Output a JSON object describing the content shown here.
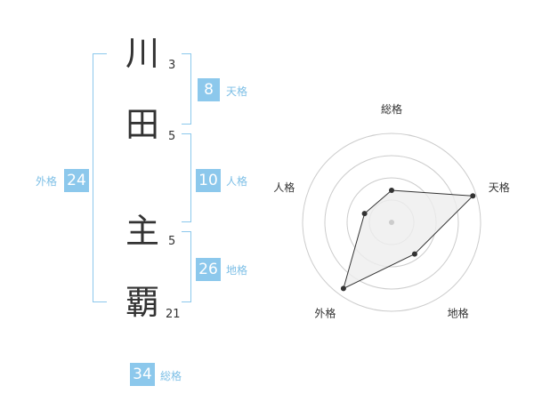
{
  "name": {
    "chars": [
      {
        "char": "川",
        "strokes": "3"
      },
      {
        "char": "田",
        "strokes": "5"
      },
      {
        "char": "主",
        "strokes": "5"
      },
      {
        "char": "覇",
        "strokes": "21"
      }
    ]
  },
  "scores": {
    "tenkaku": {
      "value": "8",
      "label": "天格"
    },
    "jinkaku": {
      "value": "10",
      "label": "人格"
    },
    "chikaku": {
      "value": "26",
      "label": "地格"
    },
    "gaikaku": {
      "value": "24",
      "label": "外格"
    },
    "soukaku": {
      "value": "34",
      "label": "総格"
    }
  },
  "chart_data": {
    "type": "radar",
    "axes": [
      "総格",
      "天格",
      "地格",
      "外格",
      "人格"
    ],
    "values": [
      0.36,
      0.96,
      0.44,
      0.92,
      0.32
    ],
    "rings": 4,
    "colors": {
      "fill": "#eeeeee",
      "line": "#333333",
      "grid": "#cccccc",
      "point": "#333333",
      "center": "#cccccc"
    }
  }
}
